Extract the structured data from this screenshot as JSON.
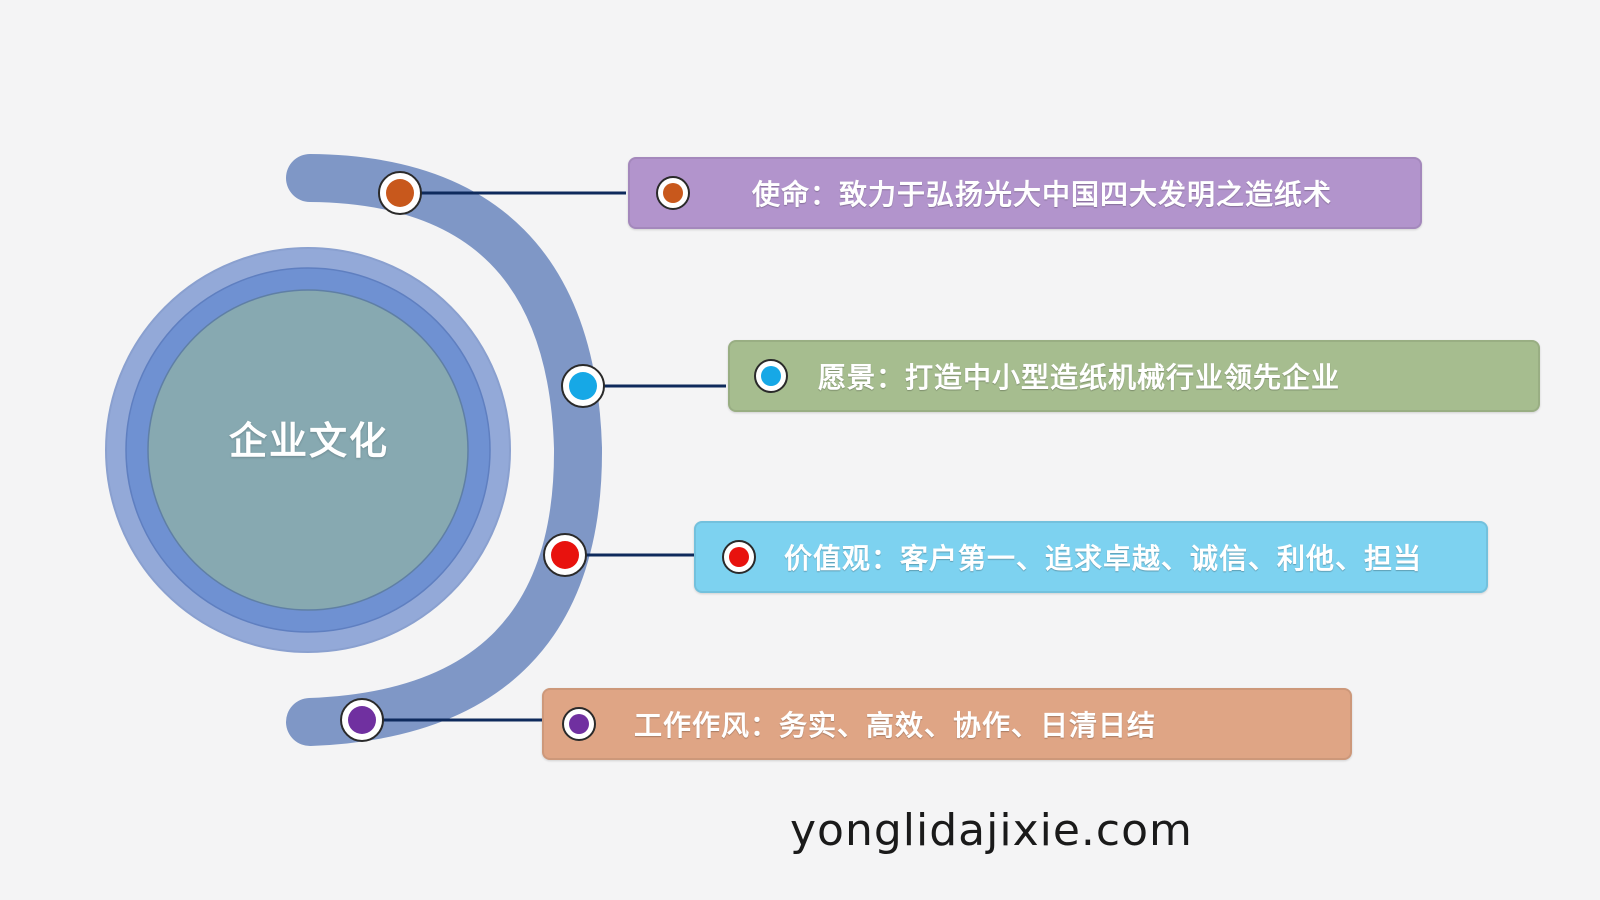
{
  "center": {
    "label": "企业文化"
  },
  "items": [
    {
      "label": "使命：致力于弘扬光大中国四大发明之造纸术",
      "bar_color": "#b294cc",
      "dot_color": "#c8581c"
    },
    {
      "label": "愿景：打造中小型造纸机械行业领先企业",
      "bar_color": "#a6bd8f",
      "dot_color": "#16a8e6"
    },
    {
      "label": "价值观：客户第一、追求卓越、诚信、利他、担当",
      "bar_color": "#7dd2f0",
      "dot_color": "#e8120e"
    },
    {
      "label": "工作作风：务实、高效、协作、日清日结",
      "bar_color": "#dfa585",
      "dot_color": "#7030a0"
    }
  ],
  "watermark": "yonglidajixie.com",
  "colors": {
    "arc": "#7f97c6",
    "ring_outer": "#93a9d8",
    "ring_mid": "#6f91d2",
    "core": "#87a9b1",
    "connector": "#0e2a5c"
  }
}
